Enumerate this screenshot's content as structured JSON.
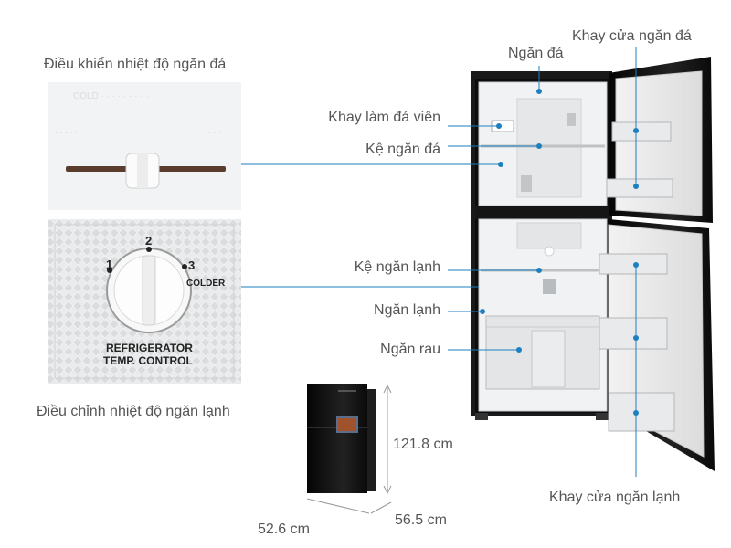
{
  "labels": {
    "freezer_control_title": "Điều khiển nhiệt độ ngăn đá",
    "fridge_control_title": "Điều chỉnh nhiệt độ ngăn lạnh",
    "freezer_compartment": "Ngăn đá",
    "freezer_door_tray": "Khay cửa ngăn đá",
    "ice_tray": "Khay làm đá viên",
    "freezer_shelf": "Kệ ngăn đá",
    "fridge_shelf": "Kệ ngăn lạnh",
    "fridge_compartment": "Ngăn lạnh",
    "vegetable_drawer": "Ngăn rau",
    "fridge_door_tray": "Khay cửa ngăn lạnh",
    "height": "121.8 cm",
    "width": "52.6 cm",
    "depth": "56.5 cm"
  },
  "dial": {
    "num_1": "1",
    "num_2": "2",
    "num_3": "3",
    "colder": "COLDER",
    "caption_line1": "REFRIGERATOR",
    "caption_line2": "TEMP. CONTROL"
  },
  "colors": {
    "leader_line": "#1e7fc0",
    "label_text": "#555555",
    "fridge_body": "#111111"
  }
}
